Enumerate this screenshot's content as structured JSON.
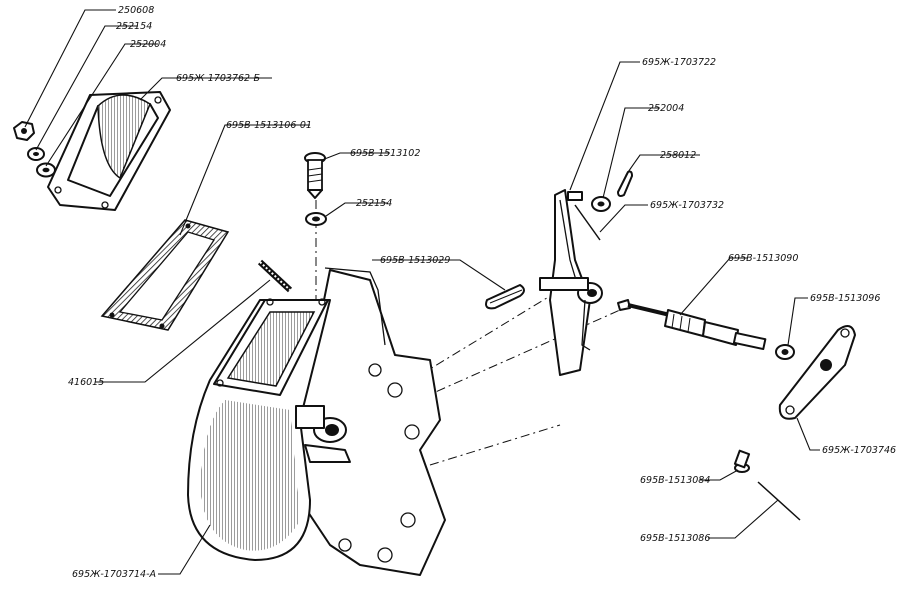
{
  "labels": {
    "l250608": "250608",
    "l252154_top": "252154",
    "l252004_top": "252004",
    "l1703762": "695Ж-1703762-Б",
    "l1513106": "695В-1513106-01",
    "l1513102": "695В-1513102",
    "l252154_mid": "252154",
    "l1513029": "695В-1513029",
    "l416015": "416015",
    "l1703714": "695Ж-1703714-А",
    "l1703722": "695Ж-1703722",
    "l252004_right": "252004",
    "l258012": "258012",
    "l1703732": "695Ж-1703732",
    "l1513090": "695В-1513090",
    "l1513096": "695В-1513096",
    "l1703746": "695Ж-1703746",
    "l1513084": "695В-1513084",
    "l1513086": "695В-1513086"
  }
}
